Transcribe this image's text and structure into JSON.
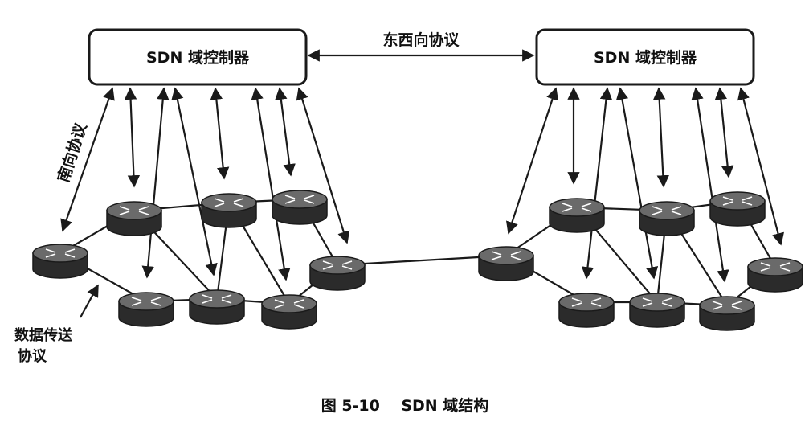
{
  "left_controller": {
    "label": "SDN 域控制器"
  },
  "right_controller": {
    "label": "SDN 域控制器"
  },
  "east_west_label": "东西向协议",
  "southbound_label": "南向协议",
  "data_protocol_label_line1": "数据传送",
  "data_protocol_label_line2": "协议",
  "caption": "图 5-10    SDN 域结构",
  "colors": {
    "ink": "#1a1a1a",
    "router_top": "#6a6a6a",
    "router_body": "#2b2b2b"
  },
  "icons": {
    "router": "router-icon",
    "arrow": "double-arrow"
  }
}
